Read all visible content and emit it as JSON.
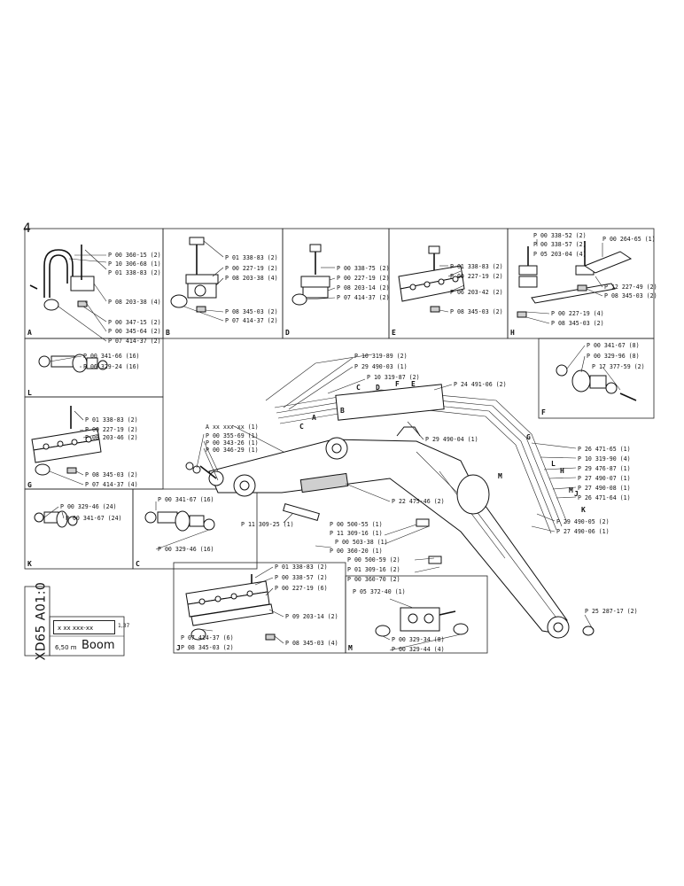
{
  "sheet": {
    "code": "XD65 A01:0",
    "serial": "x xx xxx-xx",
    "page_fraction": "1,37",
    "length": "6,50 m",
    "title": "Boom",
    "corner_mark": "4"
  },
  "panels": {
    "A": {
      "letter": "A",
      "parts": [
        "P 00 360-15 (2)",
        "P 10 306-68 (1)",
        "P 01 338-83 (2)",
        "P 08 203-38 (4)",
        "P 00 347-15 (2)",
        "P 00 345-64 (2)",
        "P 07 414-37 (2)"
      ]
    },
    "B": {
      "letter": "B",
      "parts": [
        "P 01 338-83 (2)",
        "P 00 227-19 (2)",
        "P 08 203-38 (4)",
        "P 08 345-03 (2)",
        "P 07 414-37 (2)"
      ]
    },
    "D": {
      "letter": "D",
      "parts": [
        "P 00 338-75 (2)",
        "P 00 227-19 (2)",
        "P 08 203-14 (2)",
        "P 07 414-37 (2)"
      ]
    },
    "E": {
      "letter": "E",
      "parts": [
        "P 01 338-83 (2)",
        "P 00 227-19 (2)",
        "P 06 203-42 (2)",
        "P 08 345-03 (2)"
      ]
    },
    "H": {
      "letter": "H",
      "parts": [
        "P 00 338-52 (2)",
        "P 00 338-57 (2)",
        "P 05 203-04 (4)",
        "P 00 264-65 (1)",
        "P 12 227-49 (2)",
        "P 08 345-03 (2)",
        "P 00 227-19 (4)",
        "P 08 345-03 (2)"
      ]
    },
    "L": {
      "letter": "L",
      "parts": [
        "P 00 341-66 (16)",
        "P 06 329-24 (16)"
      ]
    },
    "G": {
      "letter": "G",
      "parts": [
        "P 01 338-83 (2)",
        "P 00 227-19 (2)",
        "P 08 203-46 (2)",
        "P 08 345-03 (2)",
        "P 07 414-37 (4)"
      ]
    },
    "K": {
      "letter": "K",
      "parts": [
        "P 00 329-46 (24)",
        "P 00 341-67 (24)"
      ]
    },
    "C": {
      "letter": "C",
      "parts": [
        "P 00 341-67 (16)",
        "P 00 329-46 (16)"
      ]
    },
    "F": {
      "letter": "F",
      "parts": [
        "P 00 341-67 (8)",
        "P 00 329-96 (8)",
        "P 17 377-59 (2)"
      ]
    },
    "J": {
      "letter": "J",
      "parts": [
        "P 01 338-83 (2)",
        "P 00 338-57 (2)",
        "P 00 227-19 (6)",
        "P 09 203-14 (2)",
        "P 07 414-37 (6)",
        "P 08 345-03 (2)",
        "P 08 345-03 (4)"
      ]
    },
    "M": {
      "letter": "M",
      "parts": [
        "P 05 372-40 (1)",
        "P 00 329-34 (8)",
        "P 00 329-44 (4)"
      ]
    }
  },
  "main": {
    "top_parts": [
      "P 10 319-89 (2)",
      "P 29 490-03 (1)",
      "P 10 319-87 (2)",
      "P 24 491-06 (2)",
      "P 29 490-04 (1)"
    ],
    "left_parts": [
      "A xx xxx-xx (1)",
      "P 00 355-69 (1)",
      "P 00 343-26 (1)",
      "P 00 346-29 (1)"
    ],
    "center_parts": [
      "P 22 475-46 (2)",
      "P 11 309-25 (1)",
      "P 00 500-55 (1)",
      "P 11 309-16 (1)",
      "P 00 503-38 (1)",
      "P 00 360-20 (1)",
      "P 00 500-59 (2)",
      "P 01 309-16 (2)",
      "P 00 360-70 (2)"
    ],
    "right_parts": [
      "P 26 471-65 (1)",
      "P 10 319-90 (4)",
      "P 29 476-87 (1)",
      "P 27 490-07 (1)",
      "P 27 490-08 (1)",
      "P 26 471-64 (1)",
      "P 29 490-05 (2)",
      "P 27 490-06 (1)",
      "P 25 287-17 (2)"
    ],
    "letters": {
      "A": "A",
      "B": "B",
      "C": "C",
      "C2": "C",
      "D": "D",
      "E": "E",
      "F": "F",
      "G": "G",
      "H": "H",
      "J": "J",
      "K": "K",
      "L": "L",
      "M": "M",
      "M2": "M"
    }
  }
}
